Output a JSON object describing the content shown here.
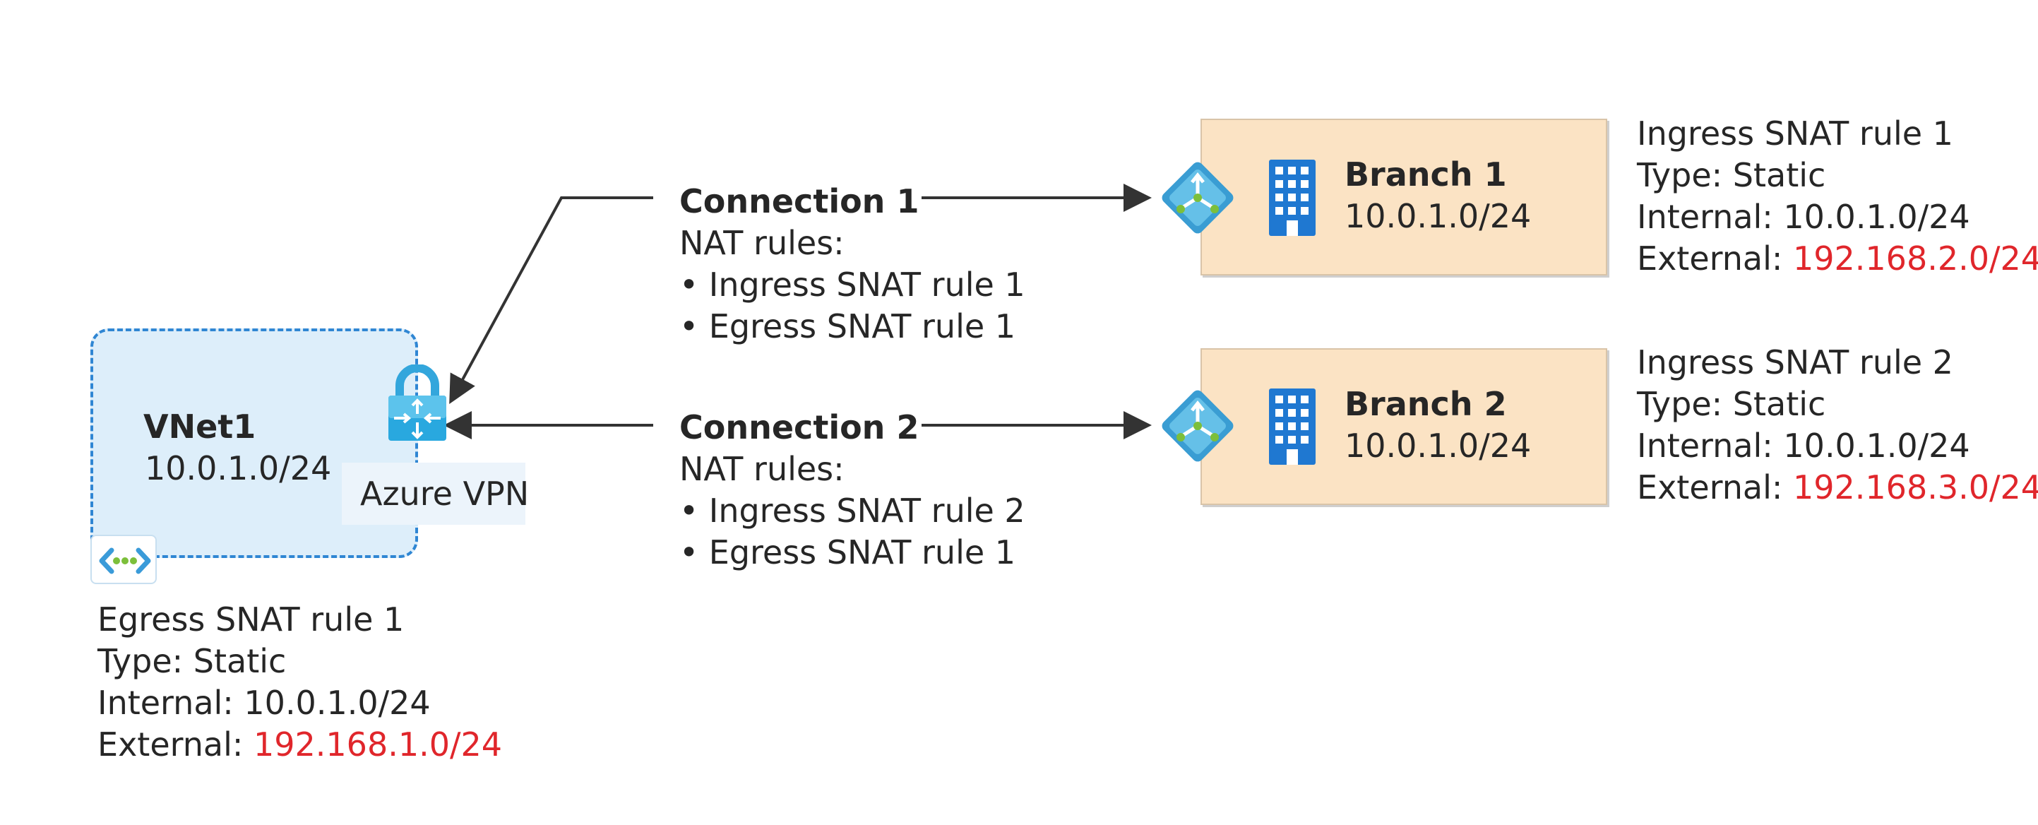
{
  "vnet": {
    "name": "VNet1",
    "cidr": "10.0.1.0/24"
  },
  "gateway": {
    "label": "Azure VPN"
  },
  "egress_rule": {
    "title": "Egress SNAT rule 1",
    "type": "Type: Static",
    "internal": "Internal: 10.0.1.0/24",
    "external_label": "External:",
    "external_value": "192.168.1.0/24"
  },
  "connections": [
    {
      "title": "Connection 1",
      "rules_header": "NAT rules:",
      "rules": [
        "• Ingress SNAT rule 1",
        "• Egress SNAT rule 1"
      ]
    },
    {
      "title": "Connection 2",
      "rules_header": "NAT rules:",
      "rules": [
        "• Ingress SNAT rule 2",
        "• Egress SNAT rule 1"
      ]
    }
  ],
  "branches": [
    {
      "name": "Branch 1",
      "cidr": "10.0.1.0/24",
      "rule": {
        "title": "Ingress SNAT rule 1",
        "type": "Type: Static",
        "internal": "Internal: 10.0.1.0/24",
        "external_label": "External:",
        "external_value": "192.168.2.0/24"
      }
    },
    {
      "name": "Branch 2",
      "cidr": "10.0.1.0/24",
      "rule": {
        "title": "Ingress SNAT rule 2",
        "type": "Type: Static",
        "internal": "Internal: 10.0.1.0/24",
        "external_label": "External:",
        "external_value": "192.168.3.0/24"
      }
    }
  ],
  "icons": [
    "lock-gateway-icon",
    "vnet-icon",
    "router-icon",
    "building-icon"
  ],
  "colors": {
    "vnet_fill": "#ddeefa",
    "vnet_border": "#2f86d3",
    "branch_fill": "#fbe3c4",
    "accent_red": "#e0262b",
    "arrow": "#333333"
  }
}
